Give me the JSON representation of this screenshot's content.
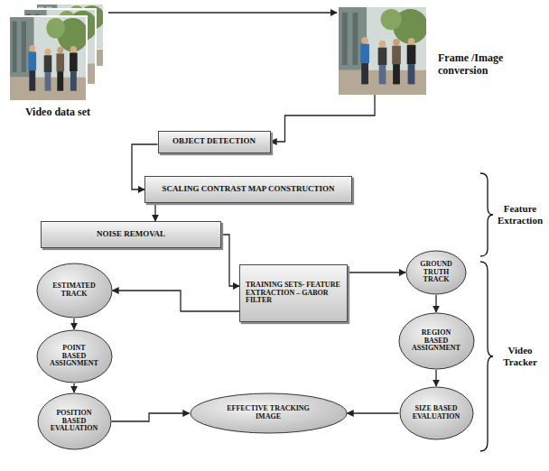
{
  "diagram": {
    "nodes": [
      {
        "text": [
          "Video data set"
        ]
      },
      {
        "text": [
          "Frame /Image conversion"
        ]
      },
      {
        "text": [
          "OBJECT DETECTION"
        ]
      },
      {
        "text": [
          "SCALING CONTRAST MAP CONSTRUCTION"
        ]
      },
      {
        "text": [
          "NOISE REMOVAL"
        ]
      },
      {
        "text": [
          "ESTIMATED TRACK"
        ]
      },
      {
        "text": [
          "TRAINING SETS- FEATURE EXTRACTION – GABOR FILTER"
        ]
      },
      {
        "text": [
          "GROUND TRUTH TRACK"
        ]
      },
      {
        "text": [
          "POINT BASED ASSIGNMENT"
        ]
      },
      {
        "text": [
          "REGION BASED ASSIGNMENT"
        ]
      },
      {
        "text": [
          "POSITION BASED EVALUATION"
        ]
      },
      {
        "text": [
          "EFFECTIVE TRACKING IMAGE"
        ]
      },
      {
        "text": [
          "SIZE BASED EVALUATION"
        ]
      }
    ],
    "edges": [
      {
        "from": 0,
        "to": 1,
        "arrow": "to"
      },
      {
        "from": 1,
        "to": 2,
        "arrow": "to"
      },
      {
        "from": 2,
        "to": 3,
        "arrow": "to"
      },
      {
        "from": 3,
        "to": 4,
        "arrow": "to"
      },
      {
        "from": 4,
        "to": 6,
        "arrow": "to"
      },
      {
        "from": 6,
        "to": 5,
        "arrow": "to"
      },
      {
        "from": 6,
        "to": 7,
        "arrow": "to"
      },
      {
        "from": 5,
        "to": 8,
        "arrow": "to"
      },
      {
        "from": 7,
        "to": 9,
        "arrow": "to"
      },
      {
        "from": 8,
        "to": 10,
        "arrow": "to"
      },
      {
        "from": 9,
        "to": 12,
        "arrow": "to"
      },
      {
        "from": 10,
        "to": 11,
        "arrow": "to"
      },
      {
        "from": 12,
        "to": 11,
        "arrow": "to"
      }
    ],
    "labels": [
      "Feature Extraction",
      "Video Tracker"
    ]
  }
}
